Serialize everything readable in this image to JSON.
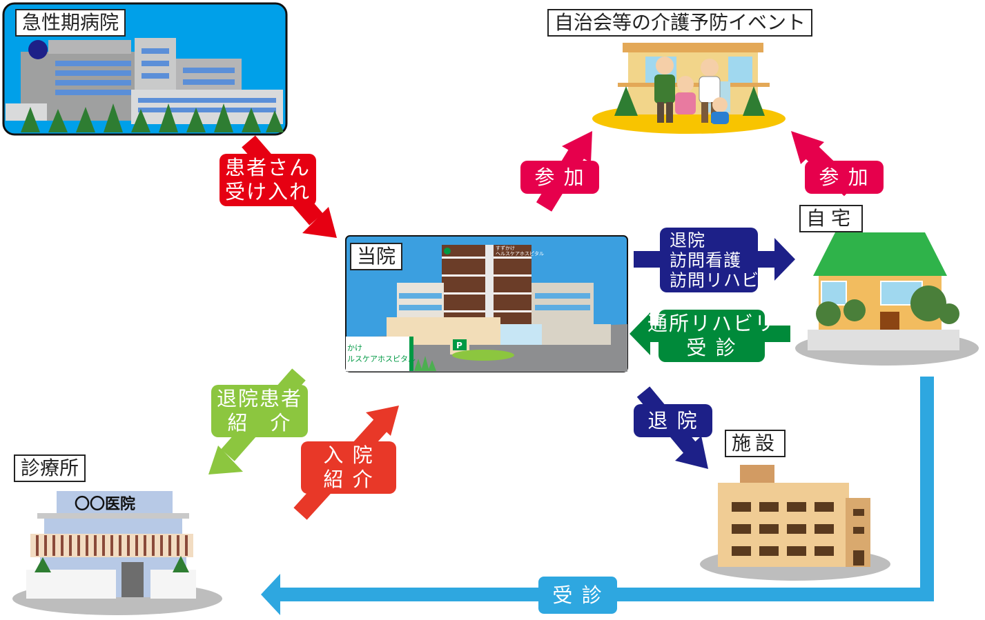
{
  "places": {
    "acute_hospital": "急性期病院",
    "event": "自治会等の介護予防イベント",
    "our_hospital": "当院",
    "home": "自宅",
    "facility": "施設",
    "clinic": "診療所"
  },
  "signage": {
    "clinic_sign": "〇〇医院",
    "hospital_sign_small": "すずかけ",
    "hospital_sign_name": "ヘルスケアホスピタル",
    "banner_line1": "かけ",
    "banner_line2": "ルスケアホスピタル",
    "parking": "P"
  },
  "flows": {
    "accept": {
      "line1": "患者さん",
      "line2": "受け入れ"
    },
    "join_left": "参 加",
    "join_right": "参 加",
    "discharge_home": {
      "line1": "退院",
      "line2": "訪問看護",
      "line3": "訪問リハビリ"
    },
    "outpatient": {
      "line1": "通所リハビリ",
      "line2": "受 診"
    },
    "discharge_facility": "退 院",
    "visit": "受 診",
    "referral_out": {
      "line1": "退院患者",
      "line2": "紹　介"
    },
    "referral_in": {
      "line1": "入 院",
      "line2": "紹 介"
    }
  },
  "colors": {
    "red": "#e6004c",
    "accept_red": "#e60012",
    "navy": "#1d2088",
    "green": "#008a3a",
    "light_green": "#8cc63f",
    "orange_red": "#e83828",
    "light_blue": "#2ea7e0",
    "sky": "#00a0e9"
  }
}
